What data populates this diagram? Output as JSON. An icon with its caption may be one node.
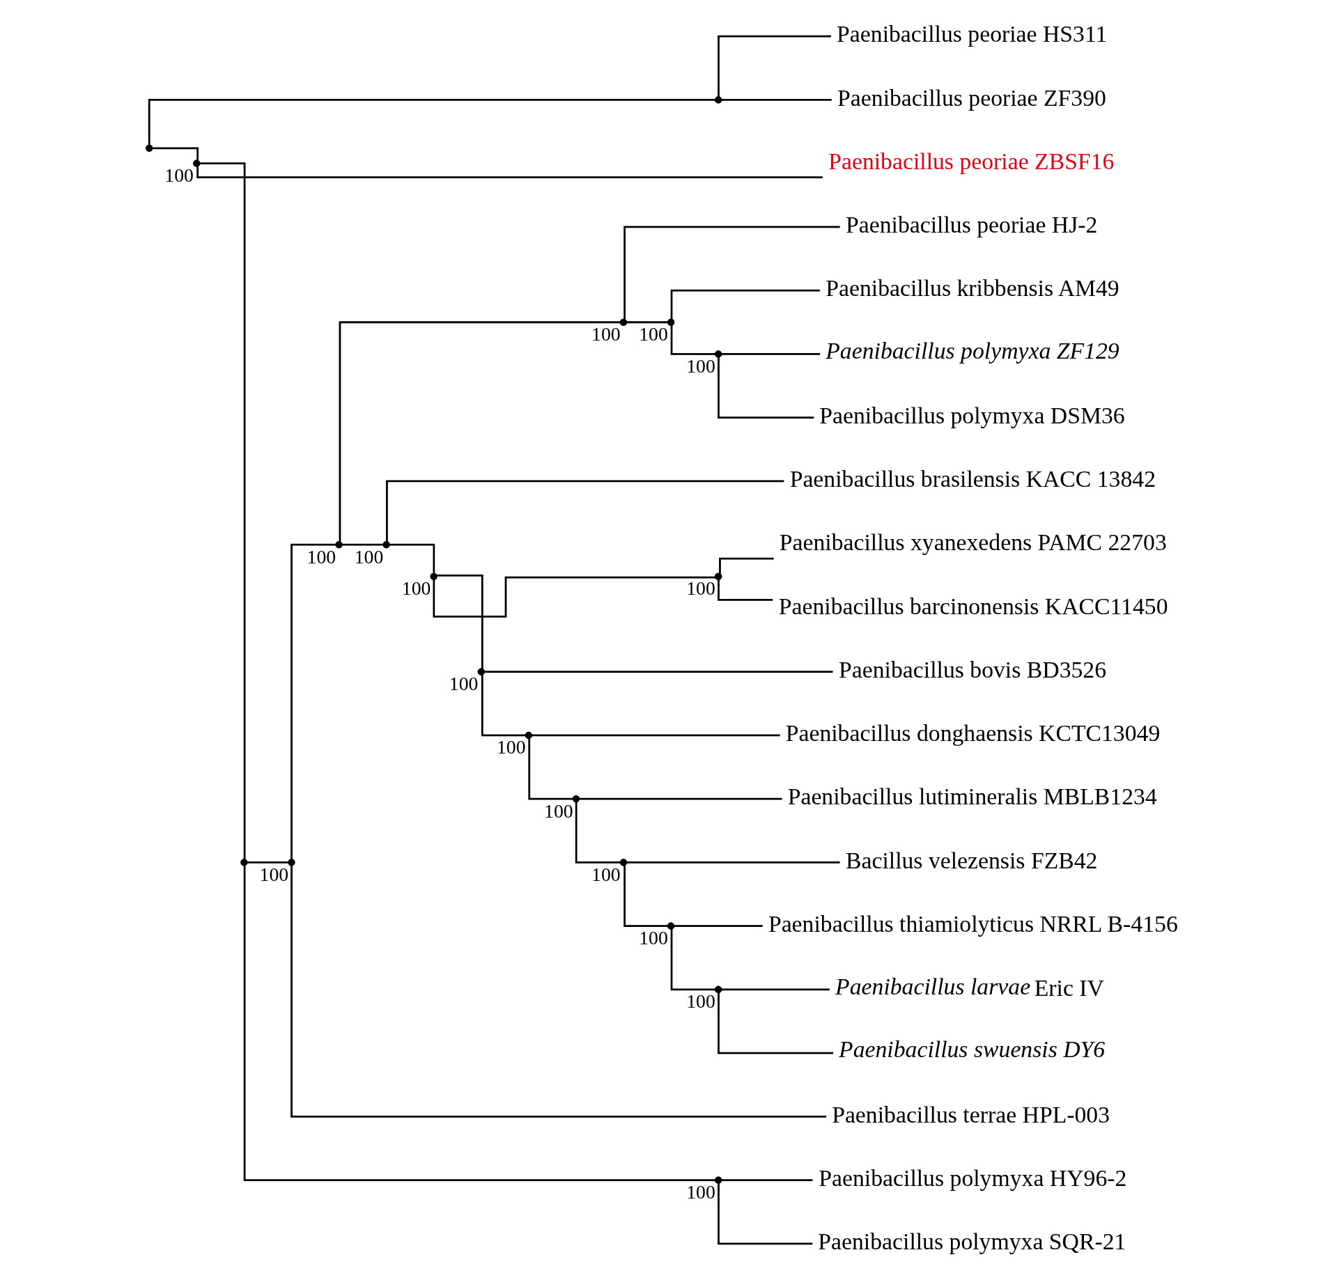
{
  "diagram": {
    "nodes": [
      {
        "text": [
          "Paenibacillus peoriae HS311"
        ]
      },
      {
        "text": [
          "Paenibacillus peoriae ZF390"
        ]
      },
      {
        "text": [
          "Paenibacillus peoriae ZBSF16"
        ]
      },
      {
        "text": [
          "Paenibacillus peoriae HJ-2"
        ]
      },
      {
        "text": [
          "Paenibacillus kribbensis AM49"
        ]
      },
      {
        "text": [
          "Paenibacillus polymyxa ZF129"
        ]
      },
      {
        "text": [
          "Paenibacillus polymyxa DSM36"
        ]
      },
      {
        "text": [
          "Paenibacillus brasilensis KACC 13842"
        ]
      },
      {
        "text": [
          "Paenibacillus xyanexedens PAMC 22703"
        ]
      },
      {
        "text": [
          "Paenibacillus barcinonensis KACC11450"
        ]
      },
      {
        "text": [
          "Paenibacillus bovis BD3526"
        ]
      },
      {
        "text": [
          "Paenibacillus donghaensis KCTC13049"
        ]
      },
      {
        "text": [
          "Paenibacillus lutimineralis MBLB1234"
        ]
      },
      {
        "text": [
          "Bacillus velezensis FZB42"
        ]
      },
      {
        "text": [
          "Paenibacillus thiamiolyticus NRRL B-4156"
        ]
      },
      {
        "text": [
          "*Paenibacillus larvae* Eric IV"
        ]
      },
      {
        "text": [
          "Paenibacillus swuensis DY6"
        ]
      },
      {
        "text": [
          "Paenibacillus terrae HPL-003"
        ]
      },
      {
        "text": [
          "Paenibacillus polymyxa HY96-2"
        ]
      },
      {
        "text": [
          "Paenibacillus polymyxa SQR-21"
        ]
      },
      {
        "text": [],
        "shape": "point"
      },
      {
        "text": [],
        "shape": "point"
      },
      {
        "text": [],
        "shape": "point",
        "beside": [
          "100"
        ]
      },
      {
        "text": [],
        "shape": "point"
      },
      {
        "text": [],
        "shape": "point",
        "beside": [
          "100"
        ]
      },
      {
        "text": [],
        "shape": "point",
        "beside": [
          "100"
        ]
      },
      {
        "text": [],
        "shape": "point",
        "beside": [
          "100"
        ]
      },
      {
        "text": [],
        "shape": "point",
        "beside": [
          "100"
        ]
      },
      {
        "text": [],
        "shape": "point",
        "beside": [
          "100"
        ]
      },
      {
        "text": [],
        "shape": "point",
        "beside": [
          "100"
        ]
      },
      {
        "text": [],
        "shape": "point",
        "beside": [
          "100"
        ]
      },
      {
        "text": [],
        "shape": "point",
        "beside": [
          "100"
        ]
      },
      {
        "text": [],
        "shape": "point",
        "beside": [
          "100"
        ]
      },
      {
        "text": [],
        "shape": "point",
        "beside": [
          "100"
        ]
      },
      {
        "text": [],
        "shape": "point",
        "beside": [
          "100"
        ]
      },
      {
        "text": [],
        "shape": "point",
        "beside": [
          "100"
        ]
      },
      {
        "text": [],
        "shape": "point",
        "beside": [
          "100"
        ]
      },
      {
        "text": [],
        "shape": "point",
        "beside": [
          "100"
        ]
      },
      {
        "text": [],
        "shape": "point",
        "beside": [
          "100"
        ]
      }
    ],
    "edges": [
      {
        "from": 20,
        "to": 21,
        "arrow": "none"
      },
      {
        "from": 21,
        "to": 0,
        "arrow": "none"
      },
      {
        "from": 21,
        "to": 1,
        "arrow": "none"
      },
      {
        "from": 20,
        "to": 22,
        "arrow": "none"
      },
      {
        "from": 22,
        "to": 2,
        "arrow": "none"
      },
      {
        "from": 22,
        "to": 23,
        "arrow": "none"
      },
      {
        "from": 23,
        "to": 25,
        "arrow": "none"
      },
      {
        "from": 25,
        "to": 26,
        "arrow": "none"
      },
      {
        "from": 26,
        "to": 27,
        "arrow": "none"
      },
      {
        "from": 27,
        "to": 3,
        "arrow": "none"
      },
      {
        "from": 27,
        "to": 28,
        "arrow": "none"
      },
      {
        "from": 28,
        "to": 4,
        "arrow": "none"
      },
      {
        "from": 28,
        "to": 29,
        "arrow": "none"
      },
      {
        "from": 29,
        "to": 5,
        "arrow": "none"
      },
      {
        "from": 29,
        "to": 6,
        "arrow": "none"
      },
      {
        "from": 26,
        "to": 30,
        "arrow": "none"
      },
      {
        "from": 30,
        "to": 7,
        "arrow": "none"
      },
      {
        "from": 30,
        "to": 31,
        "arrow": "none"
      },
      {
        "from": 31,
        "to": 32,
        "arrow": "none"
      },
      {
        "from": 32,
        "to": 8,
        "arrow": "none"
      },
      {
        "from": 32,
        "to": 9,
        "arrow": "none"
      },
      {
        "from": 31,
        "to": 33,
        "arrow": "none"
      },
      {
        "from": 33,
        "to": 10,
        "arrow": "none"
      },
      {
        "from": 33,
        "to": 34,
        "arrow": "none"
      },
      {
        "from": 34,
        "to": 11,
        "arrow": "none"
      },
      {
        "from": 34,
        "to": 35,
        "arrow": "none"
      },
      {
        "from": 35,
        "to": 12,
        "arrow": "none"
      },
      {
        "from": 35,
        "to": 36,
        "arrow": "none"
      },
      {
        "from": 36,
        "to": 13,
        "arrow": "none"
      },
      {
        "from": 36,
        "to": 37,
        "arrow": "none"
      },
      {
        "from": 37,
        "to": 14,
        "arrow": "none"
      },
      {
        "from": 37,
        "to": 38,
        "arrow": "none"
      },
      {
        "from": 38,
        "to": 15,
        "arrow": "none"
      },
      {
        "from": 38,
        "to": 16,
        "arrow": "none"
      },
      {
        "from": 25,
        "to": 17,
        "arrow": "none"
      },
      {
        "from": 23,
        "to": 24,
        "arrow": "none"
      },
      {
        "from": 24,
        "to": 18,
        "arrow": "none"
      },
      {
        "from": 24,
        "to": 19,
        "arrow": "none"
      }
    ]
  }
}
